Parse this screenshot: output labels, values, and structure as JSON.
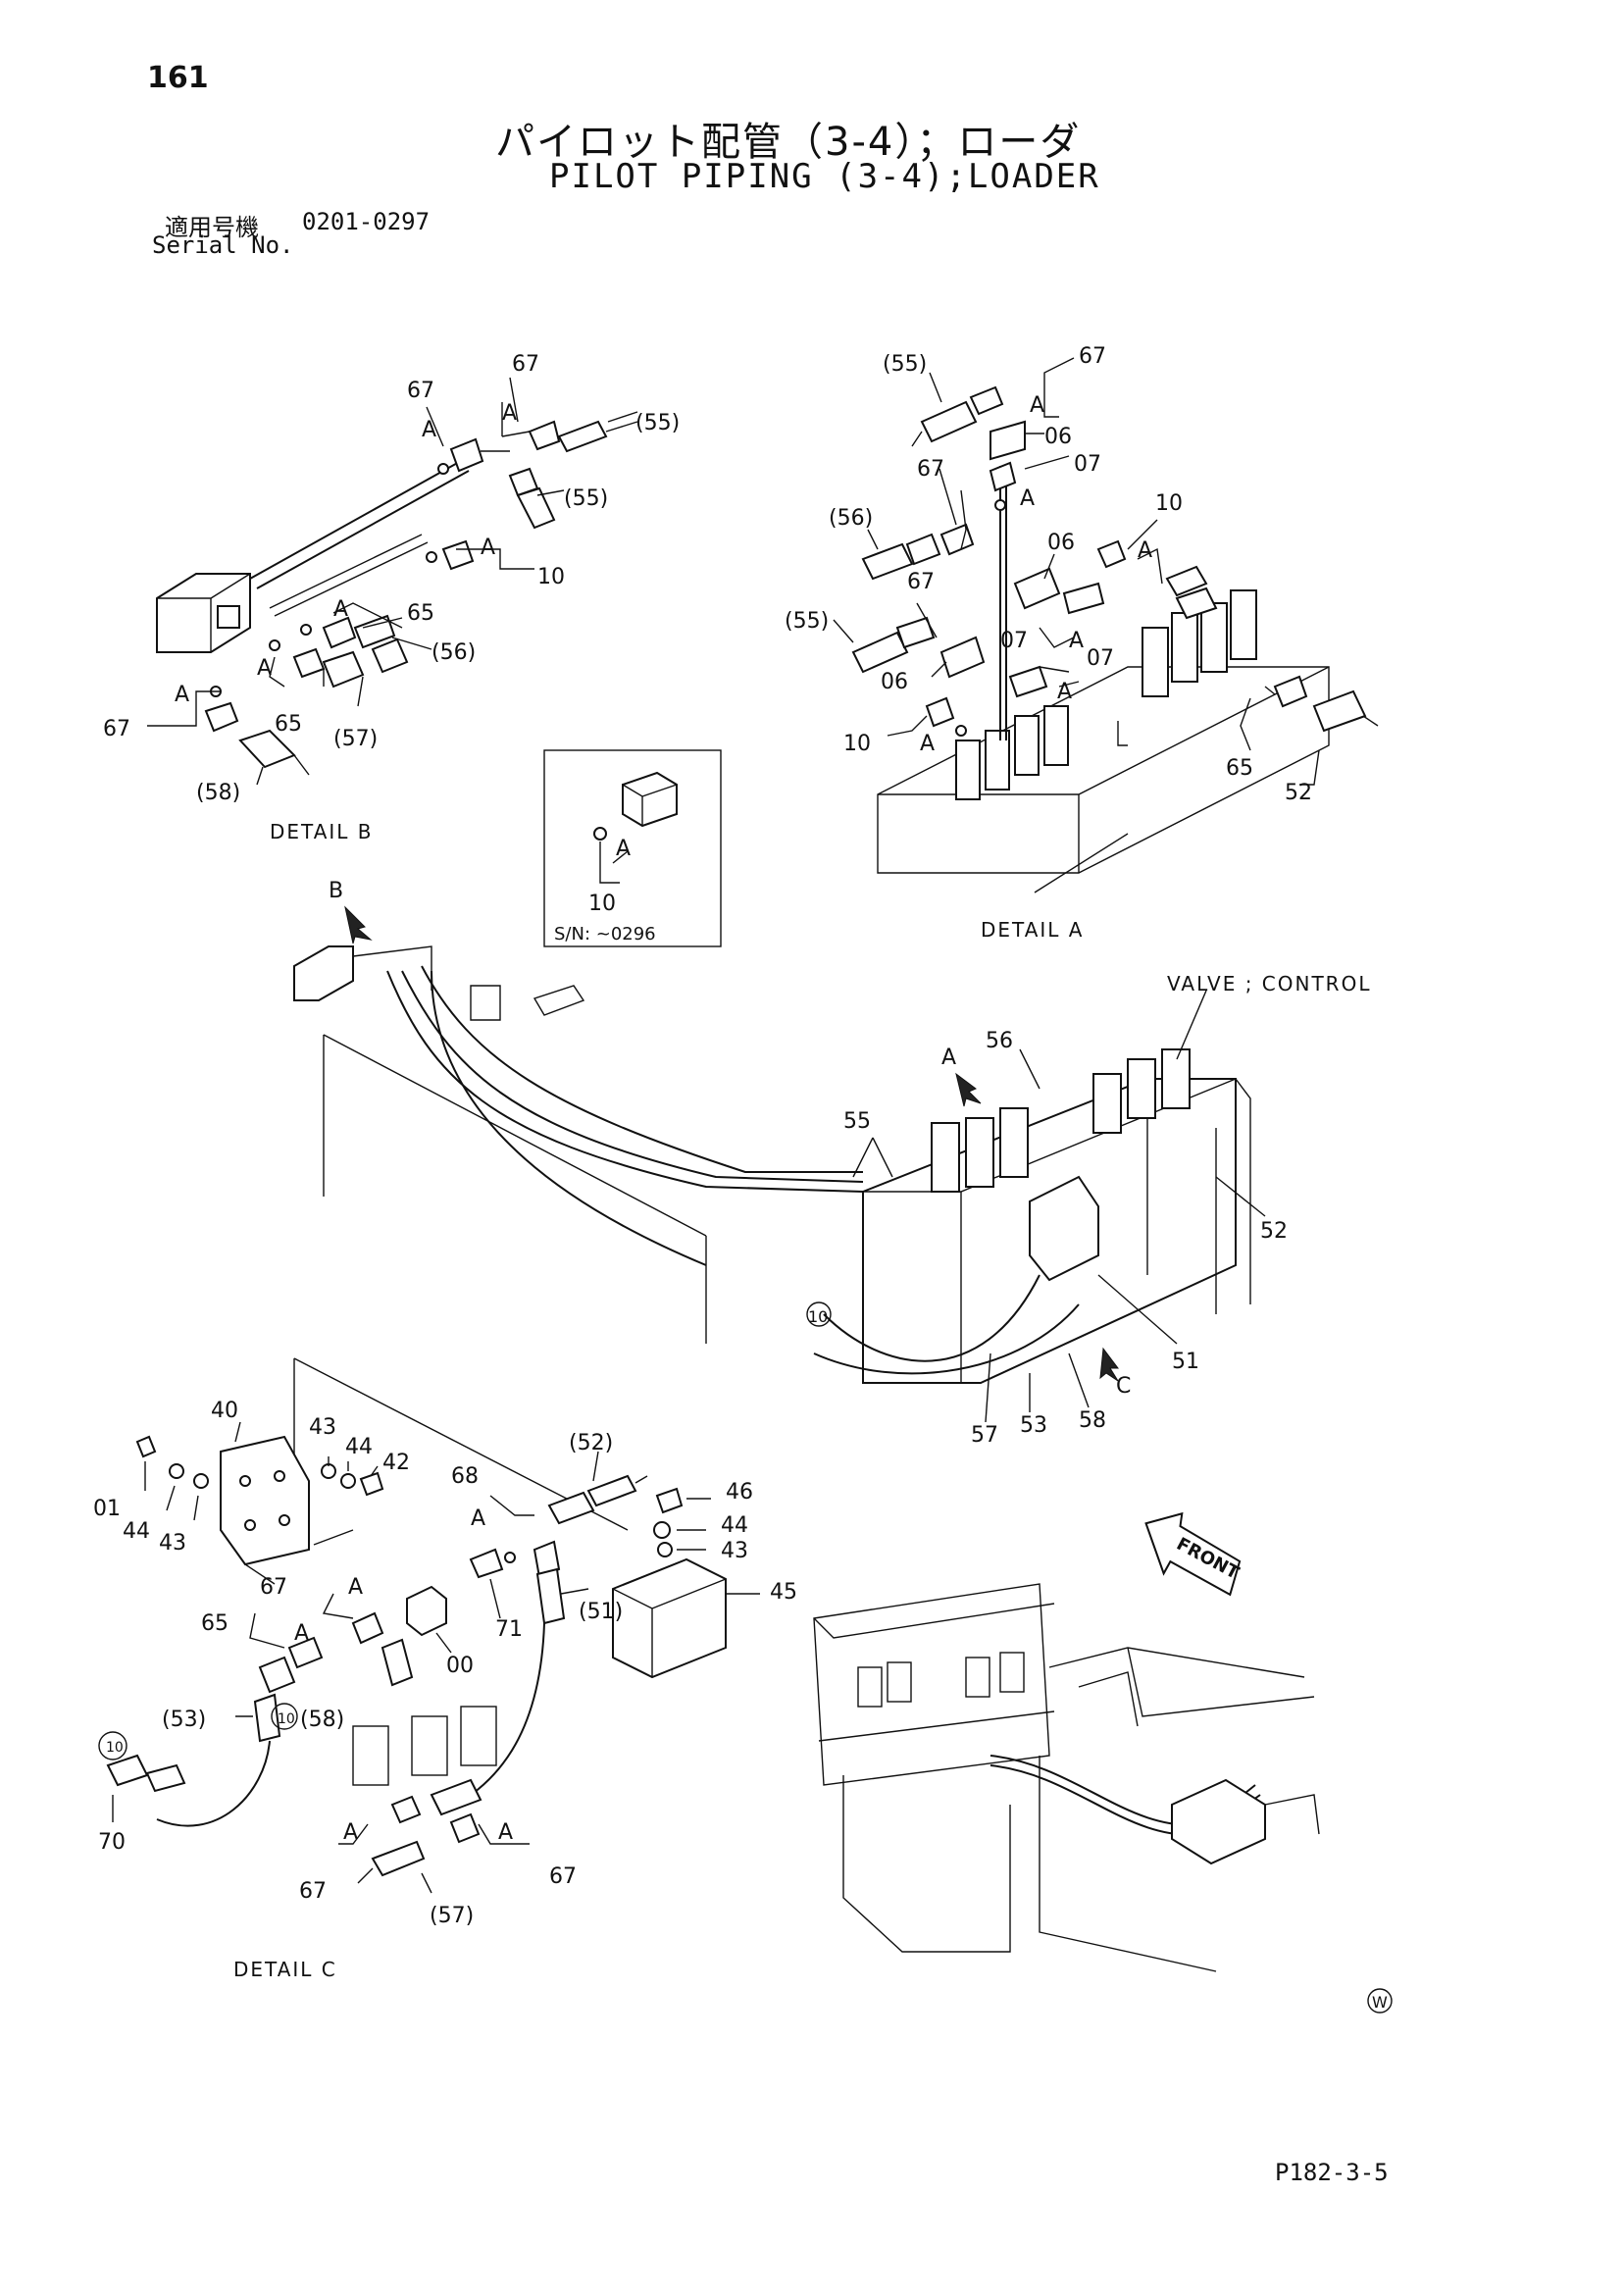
{
  "header": {
    "page_number": "161",
    "title_jp": "パイロット配管（3-4）；ローダ",
    "title_en": "PILOT PIPING (3-4);LOADER",
    "serial_label_jp": "適用号機",
    "serial_range": "0201-0297",
    "serial_label_en": "Serial No."
  },
  "footer": {
    "page_code": "P182-3-5",
    "mark": "W"
  },
  "details": {
    "detail_b": "DETAIL B",
    "detail_a": "DETAIL A",
    "detail_c": "DETAIL C",
    "inset_note": "S/N: ~0296",
    "inset_part": "10",
    "valve_label": "VALVE ; CONTROL",
    "front_label": "FRONT",
    "arrow_a": "A",
    "arrow_b": "B",
    "arrow_c": "C"
  },
  "detail_b_labels": [
    "67",
    "67",
    "A",
    "A",
    "(55)",
    "(55)",
    "10",
    "A",
    "65",
    "(56)",
    "A",
    "A",
    "65",
    "(57)",
    "A",
    "67",
    "(58)"
  ],
  "detail_a_labels": [
    "(55)",
    "67",
    "A",
    "06",
    "07",
    "67",
    "A",
    "(56)",
    "06",
    "10",
    "A",
    "67",
    "(55)",
    "07",
    "A",
    "07",
    "06",
    "A",
    "10",
    "A",
    "65",
    "52"
  ],
  "main_labels": [
    "56",
    "55",
    "52",
    "51",
    "57",
    "53",
    "58",
    "10"
  ],
  "detail_c_labels": [
    "40",
    "43",
    "44",
    "42",
    "01",
    "44",
    "43",
    "(52)",
    "46",
    "44",
    "43",
    "68",
    "A",
    "45",
    "(51)",
    "71",
    "00",
    "67",
    "A",
    "65",
    "A",
    "(53)",
    "10",
    "(58)",
    "10",
    "70",
    "A",
    "67",
    "A",
    "67",
    "(57)"
  ]
}
